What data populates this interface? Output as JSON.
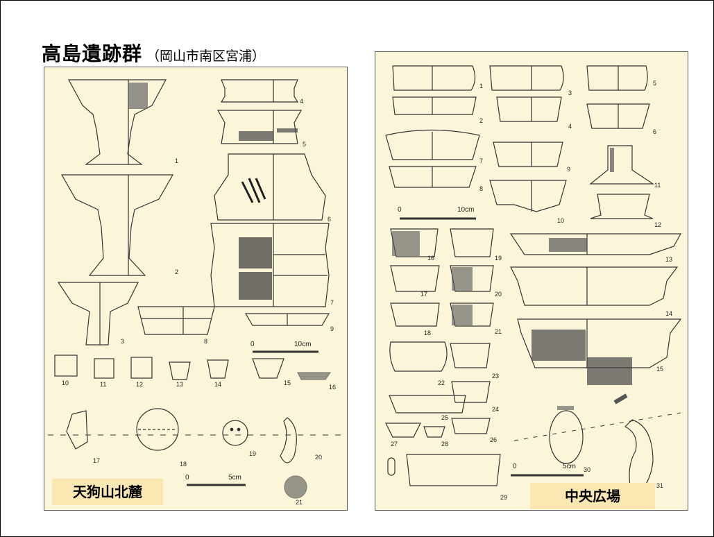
{
  "title": {
    "main": "高島遺跡群",
    "sub": "（岡山市南区宮浦）"
  },
  "left_panel": {
    "site_name": "天狗山北麓",
    "figure_numbers": [
      "1",
      "2",
      "3",
      "4",
      "5",
      "6",
      "7",
      "8",
      "9",
      "10",
      "11",
      "12",
      "13",
      "14",
      "15",
      "16",
      "17",
      "18",
      "19",
      "20",
      "21"
    ],
    "scales": [
      {
        "zero": "0",
        "end": "10cm"
      },
      {
        "zero": "0",
        "end": "5cm"
      }
    ]
  },
  "right_panel": {
    "site_name": "中央広場",
    "figure_numbers": [
      "1",
      "2",
      "3",
      "4",
      "5",
      "6",
      "7",
      "8",
      "9",
      "10",
      "11",
      "12",
      "13",
      "14",
      "15",
      "16",
      "17",
      "18",
      "19",
      "20",
      "21",
      "22",
      "23",
      "24",
      "25",
      "26",
      "27",
      "28",
      "29",
      "30",
      "31"
    ],
    "scales": [
      {
        "zero": "0",
        "end": "10cm"
      },
      {
        "zero": "0",
        "end": "5cm"
      }
    ]
  },
  "colors": {
    "panel_bg": "#fbf6d9",
    "label_bg": "#fbe7b1",
    "line": "#333333"
  }
}
